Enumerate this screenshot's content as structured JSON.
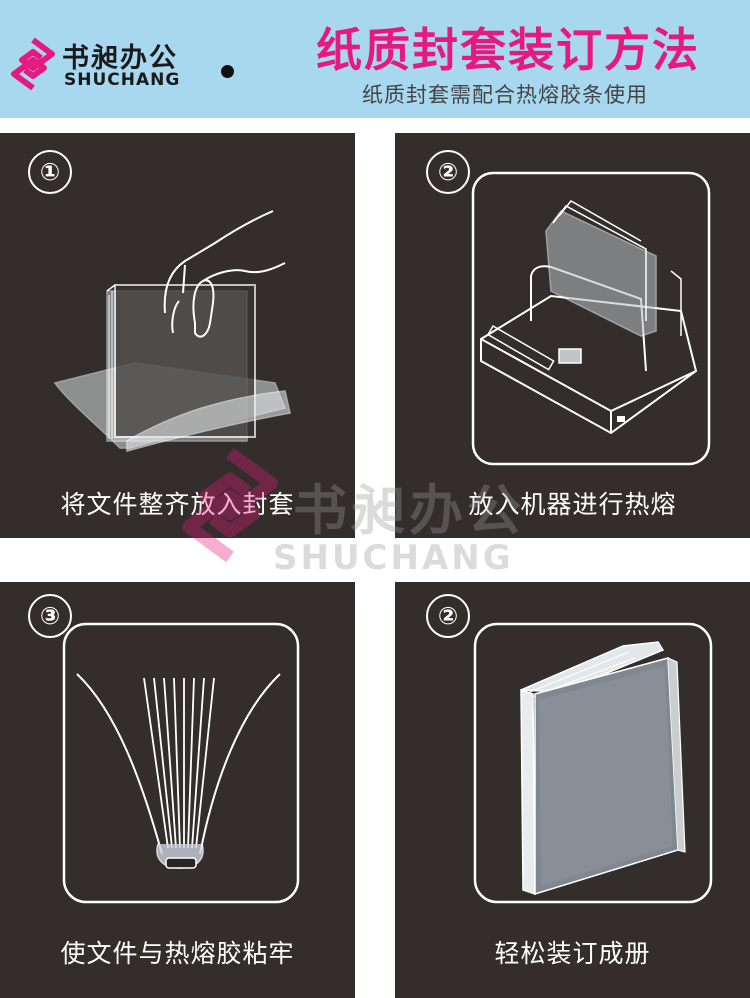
{
  "header": {
    "logo_cn": "书昶办公",
    "logo_en": "SHUCHANG",
    "title": "纸质封套装订方法",
    "subtitle": "纸质封套需配合热熔胶条使用",
    "bg_color": "#a8d8ef",
    "title_color": "#e5197e",
    "logo_color": "#e5197e"
  },
  "steps": [
    {
      "number": "①",
      "caption": "将文件整齐放入封套"
    },
    {
      "number": "②",
      "caption": "放入机器进行热熔"
    },
    {
      "number": "③",
      "caption": "使文件与热熔胶粘牢"
    },
    {
      "number": "②",
      "caption": "轻松装订成册"
    }
  ],
  "watermark": {
    "cn": "书昶办公",
    "en": "SHUCHANG"
  },
  "panel_color": "#332e2b"
}
